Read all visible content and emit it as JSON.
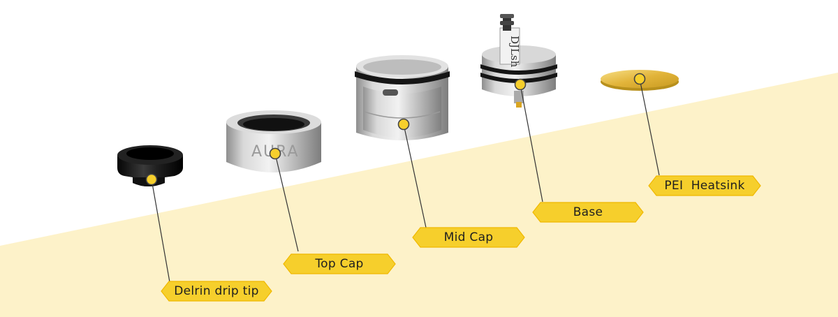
{
  "parts": [
    {
      "id": "delrin-drip-tip",
      "label": "Delrin drip tip"
    },
    {
      "id": "top-cap",
      "label": "Top Cap",
      "engraving": "AURA"
    },
    {
      "id": "mid-cap",
      "label": "Mid Cap"
    },
    {
      "id": "base",
      "label": "Base",
      "engraving": "DJLsh"
    },
    {
      "id": "pei-heatsink",
      "label": "PEI  Heatsink"
    }
  ],
  "colors": {
    "background": "#ffffff",
    "floor": "#fdf2c9",
    "accent": "#f6cf2c",
    "accent_stroke": "#f0b800",
    "leader_line": "#333333",
    "metal": "#c4c4c4",
    "delrin": "#1a1a1a",
    "pei": "#e3b637"
  }
}
